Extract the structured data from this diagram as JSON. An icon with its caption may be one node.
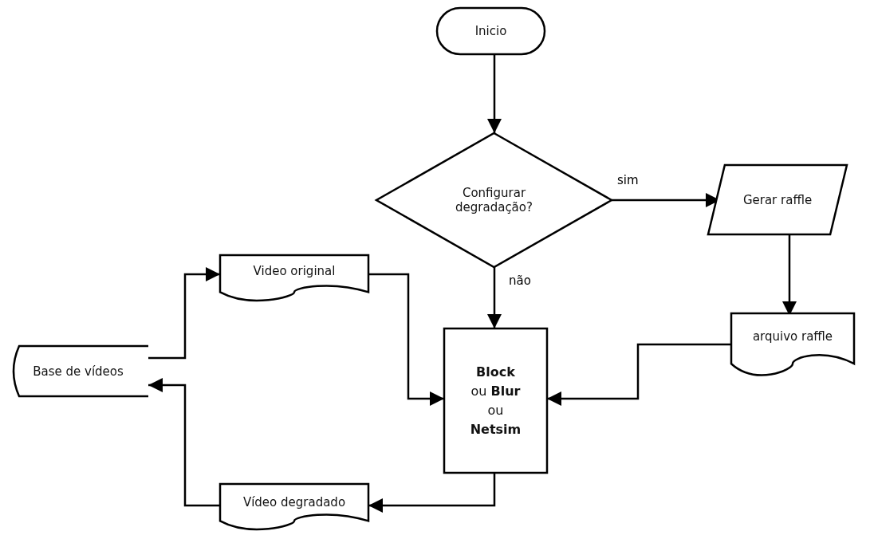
{
  "diagram": {
    "nodes": [
      {
        "text": [
          "Inicio"
        ]
      },
      {
        "text": [
          "Configurar degradação?"
        ]
      },
      {
        "text": [
          "Gerar raffle"
        ]
      },
      {
        "text": [
          "Video original"
        ]
      },
      {
        "text": [
          "Base de vídeos"
        ]
      },
      {
        "text": [
          "**Block** ou **Blur** ou **Netsim**"
        ]
      },
      {
        "text": [
          "arquivo raffle"
        ]
      },
      {
        "text": [
          "Vídeo degradado"
        ]
      }
    ],
    "edges": [
      {
        "from": 0,
        "to": 1,
        "arrow": "to"
      },
      {
        "from": 1,
        "to": 2,
        "arrow": "to",
        "label": "sim"
      },
      {
        "from": 1,
        "to": 5,
        "arrow": "to",
        "label": "não"
      },
      {
        "from": 2,
        "to": 6,
        "arrow": "to"
      },
      {
        "from": 4,
        "to": 3,
        "arrow": "to"
      },
      {
        "from": 3,
        "to": 5,
        "arrow": "to"
      },
      {
        "from": 6,
        "to": 5,
        "arrow": "to"
      },
      {
        "from": 5,
        "to": 7,
        "arrow": "to"
      },
      {
        "from": 7,
        "to": 4,
        "arrow": "to"
      }
    ]
  }
}
